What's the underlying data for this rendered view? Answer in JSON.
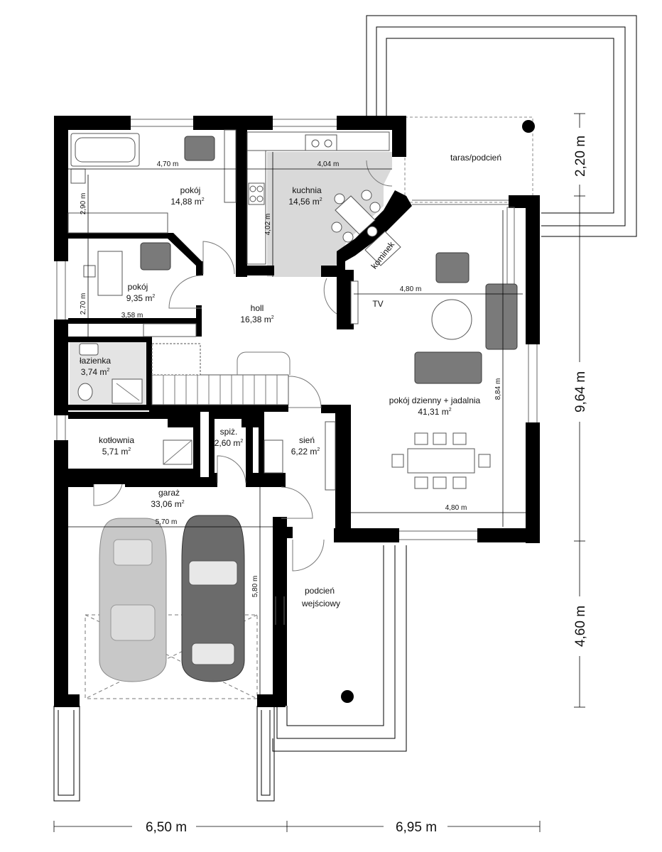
{
  "rooms": [
    {
      "id": "pokoj1",
      "name": "pokój",
      "area": "14,88 m",
      "sup": "2"
    },
    {
      "id": "kuchnia",
      "name": "kuchnia",
      "area": "14,56 m",
      "sup": "2"
    },
    {
      "id": "pokoj2",
      "name": "pokój",
      "area": "9,35 m",
      "sup": "2"
    },
    {
      "id": "holl",
      "name": "holl",
      "area": "16,38 m",
      "sup": "2"
    },
    {
      "id": "lazienka",
      "name": "łazienka",
      "area": "3,74 m",
      "sup": "2"
    },
    {
      "id": "kotlownia",
      "name": "kotłownia",
      "area": "5,71 m",
      "sup": "2"
    },
    {
      "id": "spiz",
      "name": "spiż.",
      "area": "2,60 m",
      "sup": "2"
    },
    {
      "id": "sien",
      "name": "sień",
      "area": "6,22 m",
      "sup": "2"
    },
    {
      "id": "garaz",
      "name": "garaż",
      "area": "33,06 m",
      "sup": "2"
    },
    {
      "id": "dzienny",
      "name": "pokój dzienny + jadalnia",
      "area": "41,31 m",
      "sup": "2"
    }
  ],
  "labels": {
    "taras": "taras/podcień",
    "kominek": "kominek",
    "tv": "TV",
    "podcien_line1": "podcień",
    "podcien_line2": "wejściowy"
  },
  "dimensions": {
    "d_470": "4,70 m",
    "d_404": "4,04 m",
    "d_290": "2,90 m",
    "d_402": "4,02 m",
    "d_270": "2,70 m",
    "d_358": "3,58 m",
    "d_480_top": "4,80 m",
    "d_884": "8,84 m",
    "d_570": "5,70 m",
    "d_580": "5,80 m",
    "d_480_bottom": "4,80 m"
  },
  "overall": {
    "width_left": "6,50 m",
    "width_right": "6,95 m",
    "h_top": "2,20 m",
    "h_mid": "9,64 m",
    "h_bottom": "4,60 m"
  },
  "colors": {
    "wall": "#000000",
    "kitchen_fill": "#d9d9d9",
    "bath_fill": "#e4e4e4",
    "sofa": "#7a7a7a",
    "car_light": "#c8c8c8",
    "car_dark": "#6b6b6b"
  }
}
